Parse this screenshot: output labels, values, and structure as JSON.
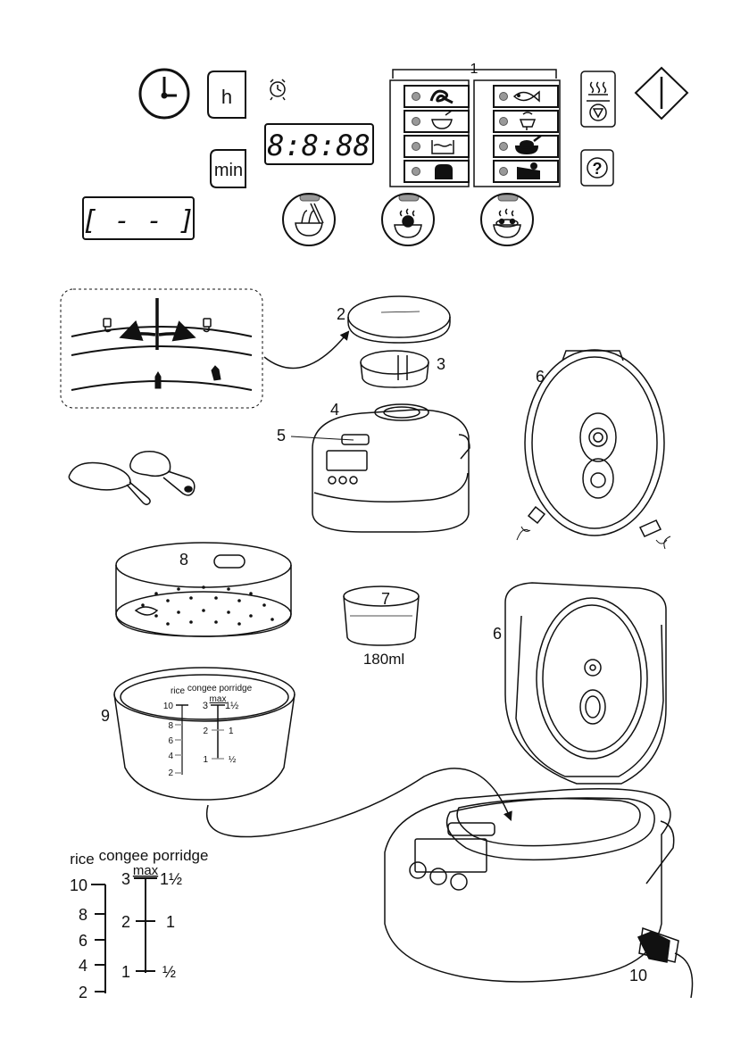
{
  "control_panel": {
    "callout_1": "1",
    "hour_button": "h",
    "minute_button": "min",
    "time_display": "8:8:88",
    "code_display": "[ - - ]",
    "program_icons_left": [
      "pasta-icon",
      "mixing-bowl-icon",
      "pot-icon",
      "bread-icon"
    ],
    "program_icons_right": [
      "fish-icon",
      "steam-vegetables-icon",
      "pan-icon",
      "cake-icon"
    ],
    "bottom_buttons": [
      "noodle-bowl-icon",
      "steam-crab-icon",
      "steam-dumplings-icon"
    ]
  },
  "parts": {
    "labels": [
      "2",
      "3",
      "4",
      "5",
      "6",
      "7",
      "8",
      "9",
      "10"
    ],
    "extra_label": "6",
    "cup_volume": "180ml"
  },
  "bowl_scale": {
    "small": {
      "rice_label": "rice",
      "congee_porridge_label": "congee porridge",
      "max_label": "max",
      "rice_marks": [
        "10",
        "8",
        "6",
        "4",
        "2"
      ],
      "congee_marks": [
        "3",
        "2",
        "1"
      ],
      "porridge_marks": [
        "1½",
        "1",
        "½"
      ]
    },
    "large": {
      "rice_label": "rice",
      "congee_porridge_label": "congee porridge",
      "max_label": "max",
      "rice_marks": [
        "10",
        "8",
        "6",
        "4",
        "2"
      ],
      "congee_marks": [
        "3",
        "2",
        "1"
      ],
      "porridge_marks": [
        "1½",
        "1",
        "½"
      ]
    }
  }
}
